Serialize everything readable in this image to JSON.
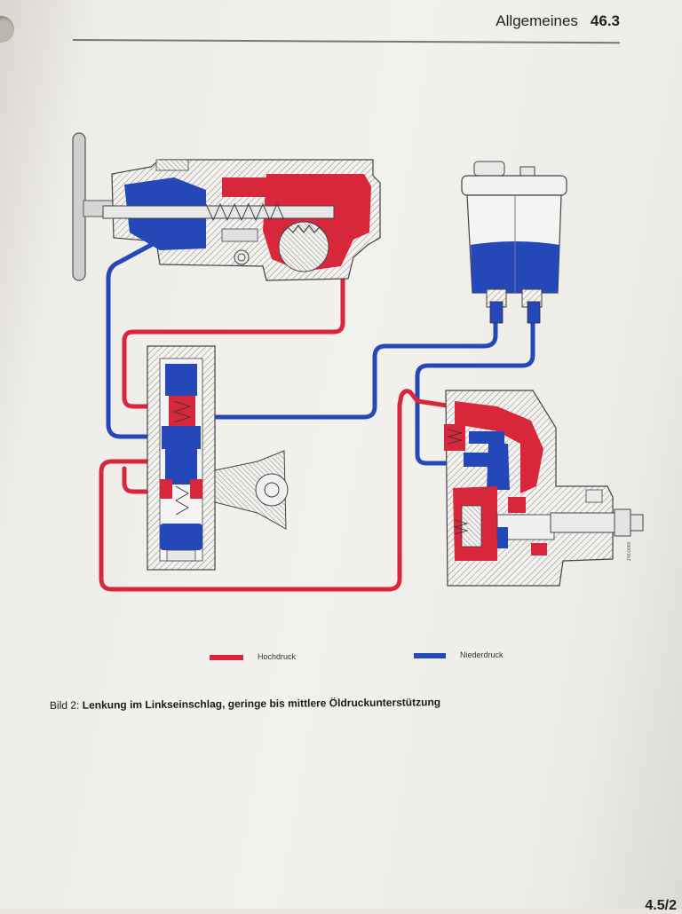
{
  "header": {
    "section_title": "Allgemeines",
    "section_number": "46.3"
  },
  "legend": {
    "high_pressure_label": "Hochdruck",
    "low_pressure_label": "Niederdruck",
    "high_pressure_color": "#d8263a",
    "low_pressure_color": "#2448b8"
  },
  "diagram": {
    "part_code": "Z46-0080"
  },
  "caption": {
    "figure_label": "Bild 2:",
    "text": "Lenkung im Linkseinschlag, geringe bis mittlere Öldruckunterstützung"
  },
  "footer": {
    "page_fragment": "4.5/2"
  }
}
